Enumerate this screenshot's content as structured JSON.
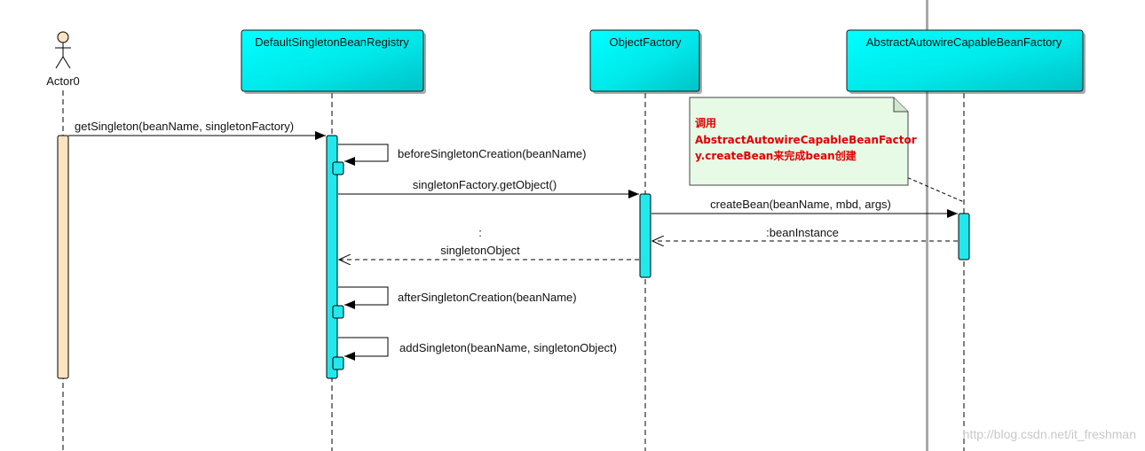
{
  "colors": {
    "lifeline_box": "#00e5e8",
    "activation": "#22e8ee",
    "actor_activation": "#fde3c0",
    "note_bg": "#e6fae6",
    "note_text": "#e00000"
  },
  "actor": {
    "name": "Actor0"
  },
  "lifelines": [
    {
      "name": "DefaultSingletonBeanRegistry"
    },
    {
      "name": "ObjectFactory"
    },
    {
      "name": "AbstractAutowireCapableBeanFactory"
    }
  ],
  "messages": [
    {
      "label": "getSingleton(beanName, singletonFactory)",
      "kind": "call"
    },
    {
      "label": "beforeSingletonCreation(beanName)",
      "kind": "self"
    },
    {
      "label": "singletonFactory.getObject()",
      "kind": "call"
    },
    {
      "label": "createBean(beanName,  mbd, args)",
      "kind": "call"
    },
    {
      "label": ":beanInstance",
      "kind": "return"
    },
    {
      "label_line1": ":",
      "label_line2": "singletonObject",
      "kind": "return"
    },
    {
      "label": "afterSingletonCreation(beanName)",
      "kind": "self"
    },
    {
      "label": "addSingleton(beanName, singletonObject)",
      "kind": "self"
    }
  ],
  "note": {
    "line1": "调用",
    "line2": "AbstractAutowireCapableBeanFactor",
    "line3": "y.createBean来完成bean创建"
  },
  "watermark": "http://blog.csdn.net/it_freshman"
}
